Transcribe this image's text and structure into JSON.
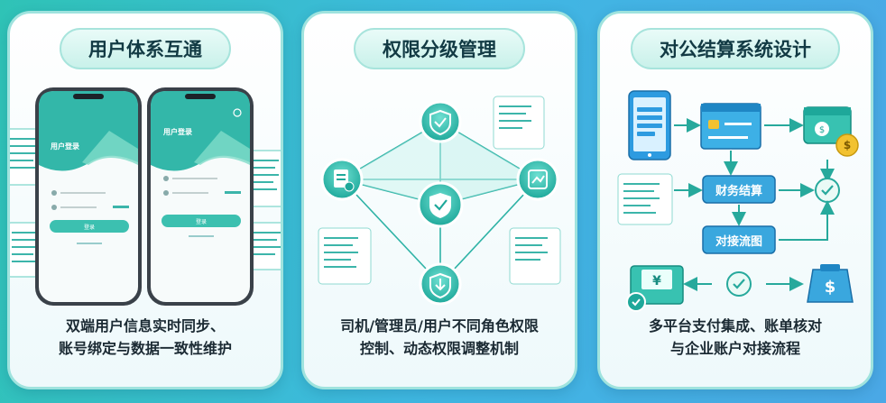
{
  "cards": [
    {
      "title": "用户体系互通",
      "caption_line1": "双端用户信息实时同步、",
      "caption_line2": "账号绑定与数据一致性维护",
      "phone": {
        "heading": "用户登录",
        "login_button": "登录"
      }
    },
    {
      "title": "权限分级管理",
      "caption_line1": "司机/管理员/用户不同角色权限",
      "caption_line2": "控制、动态权限调整机制"
    },
    {
      "title": "对公结算系统设计",
      "caption_line1": "多平台支付集成、账单核对",
      "caption_line2": "与企业账户对接流程",
      "flow": {
        "settlement": "财务结算",
        "reconciliation": "对接流图"
      }
    }
  ],
  "colors": {
    "teal": "#25b3a5",
    "teal_dark": "#138a80",
    "blue": "#2d9be0",
    "gold": "#f2c230"
  }
}
